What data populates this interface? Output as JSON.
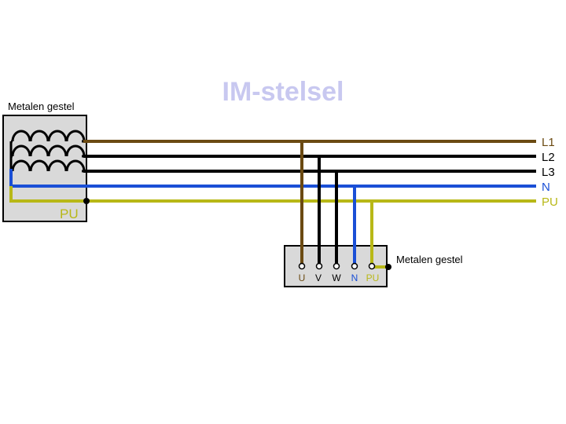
{
  "title": "IM-stelsel",
  "source_label": "Metalen gestel",
  "source_ground_label": "PU",
  "load_label": "Metalen gestel",
  "lines": [
    {
      "label": "L1",
      "color": "#6b4a12"
    },
    {
      "label": "L2",
      "color": "#000000"
    },
    {
      "label": "L3",
      "color": "#000000"
    },
    {
      "label": "N",
      "color": "#1a4fd6"
    },
    {
      "label": "PU",
      "color": "#b8b817"
    }
  ],
  "terminals": [
    {
      "label": "U",
      "color": "#6b4a12"
    },
    {
      "label": "V",
      "color": "#000000"
    },
    {
      "label": "W",
      "color": "#000000"
    },
    {
      "label": "N",
      "color": "#1a4fd6"
    },
    {
      "label": "PU",
      "color": "#b8b817"
    }
  ],
  "colors": {
    "title": "#c8c8f0",
    "frame_fill": "#d9d9d9",
    "frame_stroke": "#000000"
  }
}
